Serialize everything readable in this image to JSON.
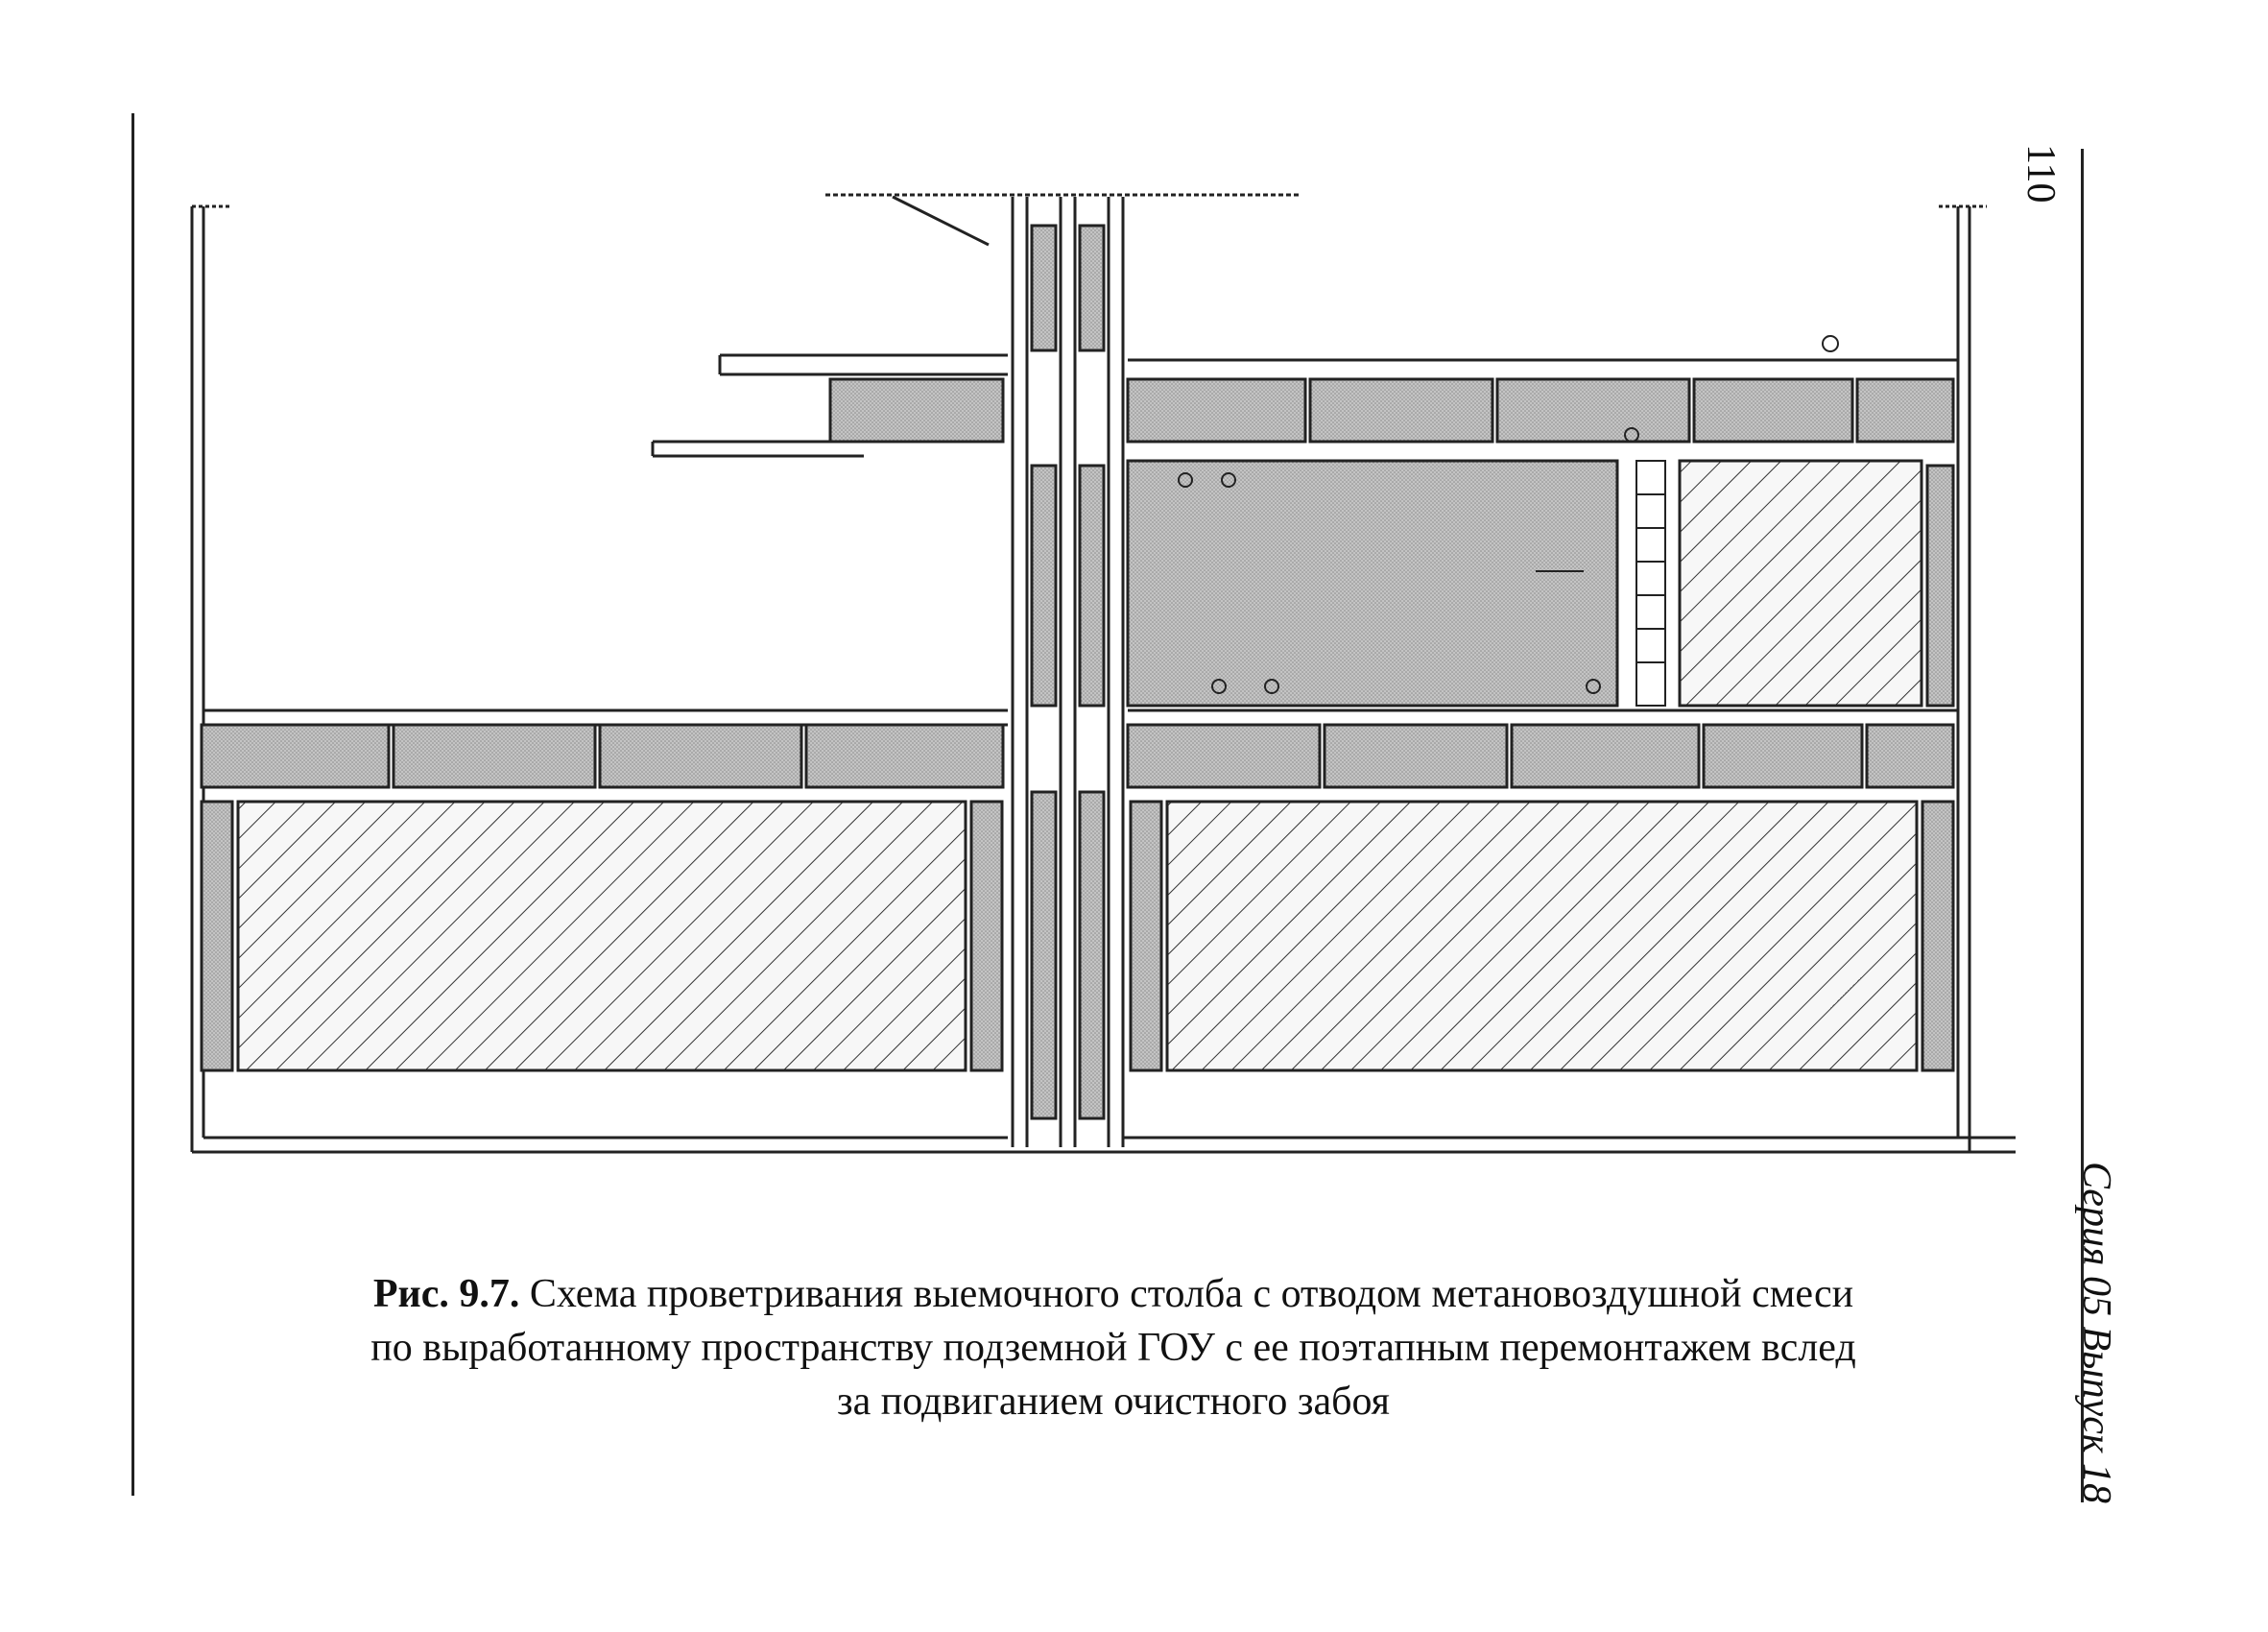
{
  "page": {
    "number": "110",
    "series": "Серия 05 Выпуск 18"
  },
  "figure": {
    "number": "Рис. 9.7.",
    "caption_line1": "Схема проветривания выемочного столба с отводом метановоздушной смеси",
    "caption_line2": "по выработанному пространству подземной ГОУ с ее поэтапным перемонтажем вслед",
    "caption_line3": "за подвиганием очистного забоя",
    "colors": {
      "pillar_fill": "#bdbdbd",
      "line": "#222222",
      "hatch": "#333333"
    }
  }
}
